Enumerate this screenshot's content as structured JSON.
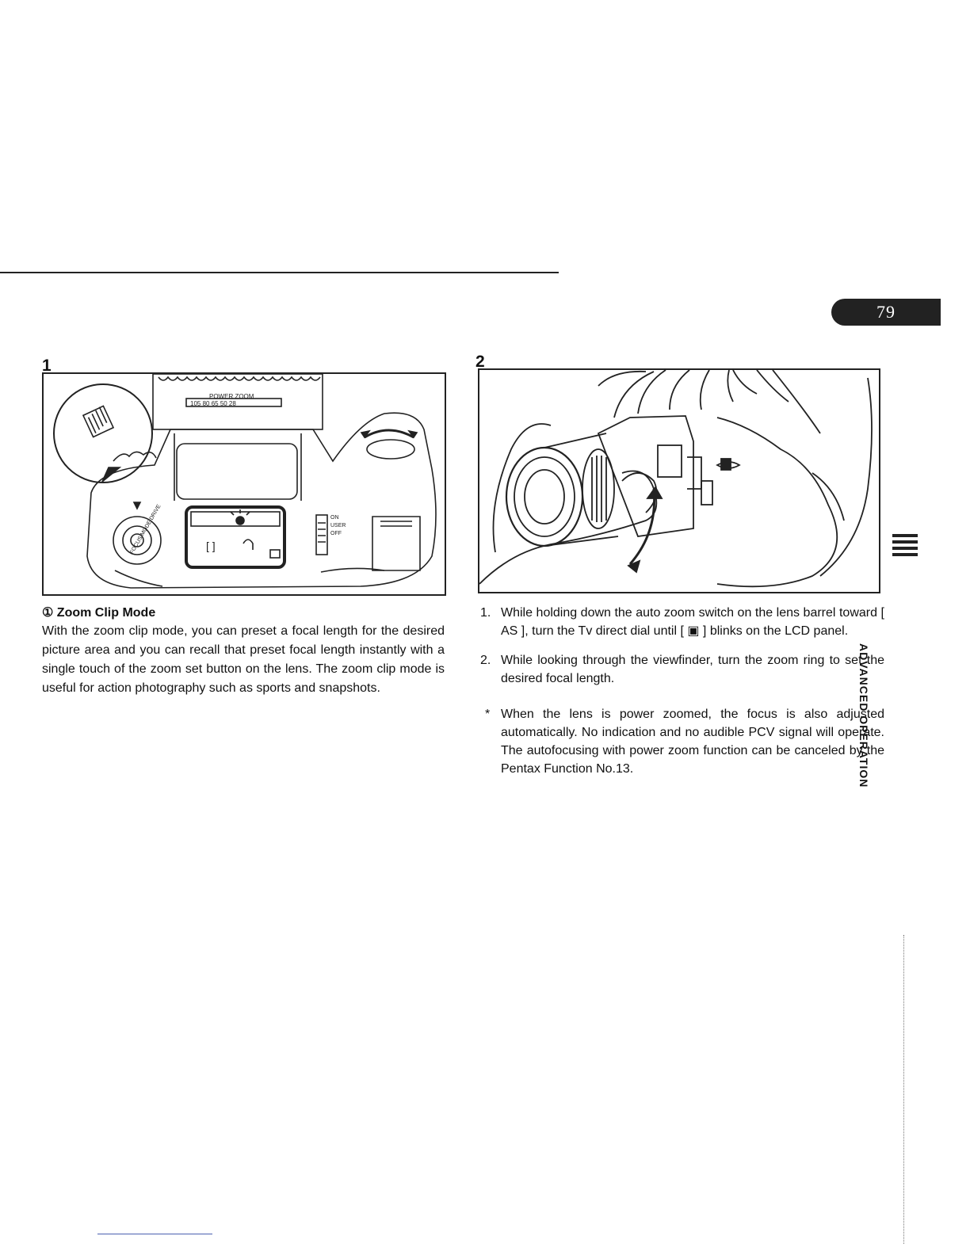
{
  "page_number": "79",
  "side_section_label": "ADVANCED OPERATION",
  "figure1": {
    "number": "1",
    "lens_label": "POWER ZOOM",
    "lens_scale": "105 80 65 50 28",
    "switch_labels": [
      "ON",
      "USER",
      "OFF"
    ],
    "dial_label": "FOCUS MODE DRIVE"
  },
  "figure2": {
    "number": "2"
  },
  "left_text": {
    "title_marker": "①",
    "title": "Zoom Clip Mode",
    "body": "With the zoom clip mode, you can preset a focal length for the desired picture area and you can recall that preset focal length instantly with a single touch of the zoom set button on the lens. The zoom clip mode is useful for action photography such as sports and snapshots."
  },
  "steps": [
    {
      "num": "1.",
      "text": "While holding down the auto zoom switch on the lens barrel toward [ AS ], turn the Tv direct dial until [ ▣ ] blinks on the LCD panel."
    },
    {
      "num": "2.",
      "text": "While looking through the viewfinder, turn the zoom ring to set the desired focal length."
    }
  ],
  "note": {
    "marker": "*",
    "text": "When the lens is power zoomed, the focus is also adjusted automatically. No indication and no audible PCV signal will operate. The autofocusing with power zoom function can be canceled by the Pentax Function No.13."
  }
}
